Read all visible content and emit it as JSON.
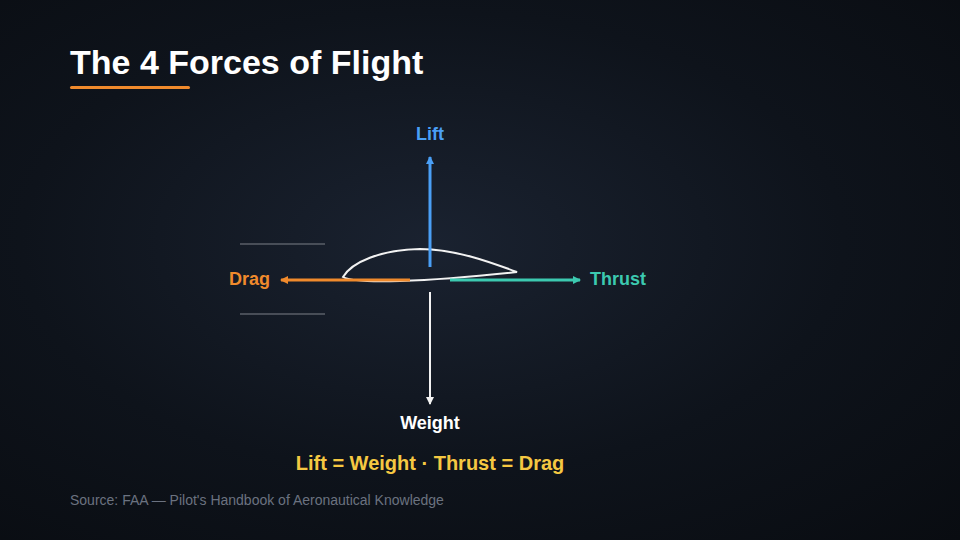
{
  "diagram": {
    "title": "The 4 Forces of Flight",
    "caption": "Source: FAA — Pilot's Handbook of Aeronautical Knowledge",
    "labels": [
      "Lift",
      "Drag",
      "Thrust",
      "Weight",
      "Lift = Weight · Thrust = Drag"
    ]
  }
}
